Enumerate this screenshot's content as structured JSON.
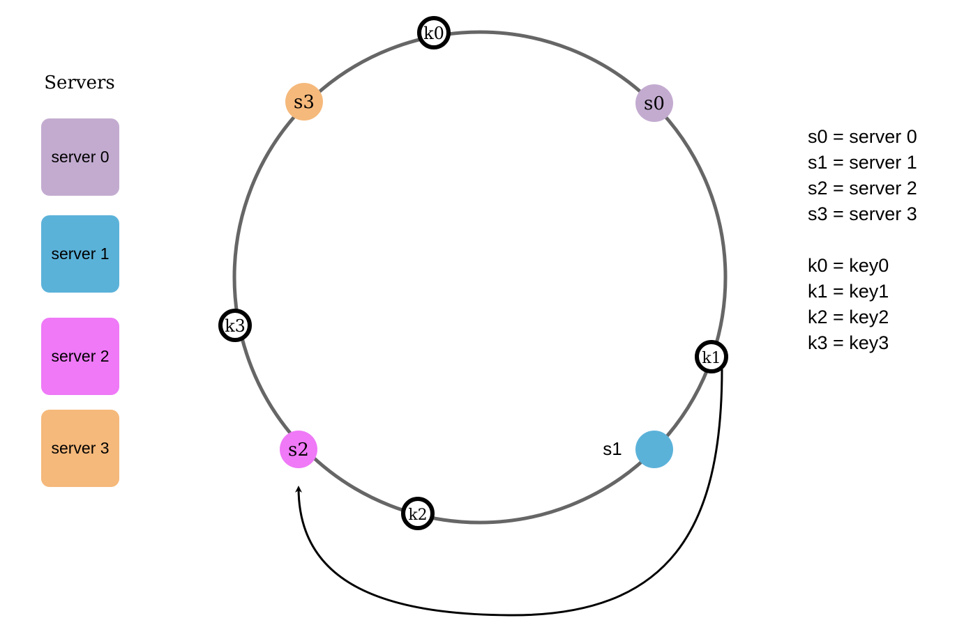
{
  "sidebar": {
    "title": "Servers",
    "servers": [
      {
        "label": "server 0",
        "color": "#c3abd0"
      },
      {
        "label": "server 1",
        "color": "#5bb2d9"
      },
      {
        "label": "server 2",
        "color": "#ef79f7"
      },
      {
        "label": "server 3",
        "color": "#f5b97b"
      }
    ]
  },
  "ring": {
    "color": "#666666",
    "servers": [
      {
        "label": "s0",
        "color": "#c3abd0"
      },
      {
        "label": "s1",
        "color": "#5bb2d9"
      },
      {
        "label": "s2",
        "color": "#ef79f7"
      },
      {
        "label": "s3",
        "color": "#f5b97b"
      }
    ],
    "keys": [
      {
        "label": "k0"
      },
      {
        "label": "k1"
      },
      {
        "label": "k2"
      },
      {
        "label": "k3"
      }
    ]
  },
  "legend": {
    "servers": [
      "s0 = server 0",
      "s1 = server 1",
      "s2 = server 2",
      "s3 = server 3"
    ],
    "keys": [
      "k0 = key0",
      "k1 = key1",
      "k2 = key2",
      "k3 = key3"
    ]
  }
}
